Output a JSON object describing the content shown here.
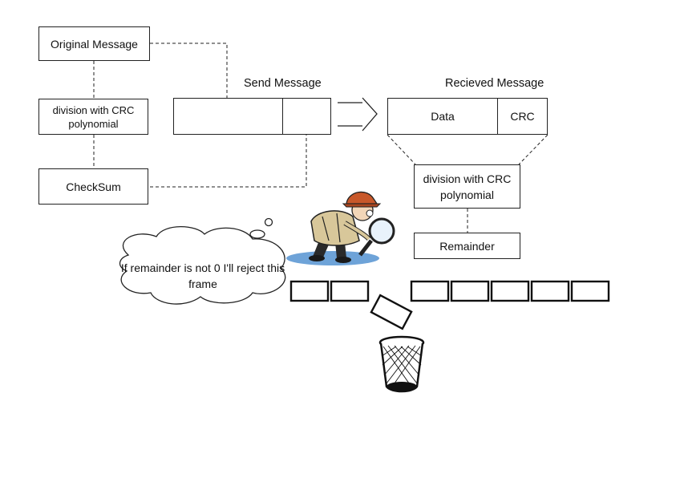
{
  "sender": {
    "original_message": "Original Message",
    "division": "division with CRC polynomial",
    "checksum": "CheckSum",
    "send_message_title": "Send Message"
  },
  "receiver": {
    "received_message_title": "Recieved Message",
    "data_label": "Data",
    "crc_label": "CRC",
    "division": "division with CRC polynomial",
    "remainder": "Remainder"
  },
  "detective": {
    "thought": "If remainder is not 0 I'll reject this frame",
    "icons": [
      "detective-icon",
      "magnifying-glass-icon",
      "trash-bin-icon"
    ]
  }
}
